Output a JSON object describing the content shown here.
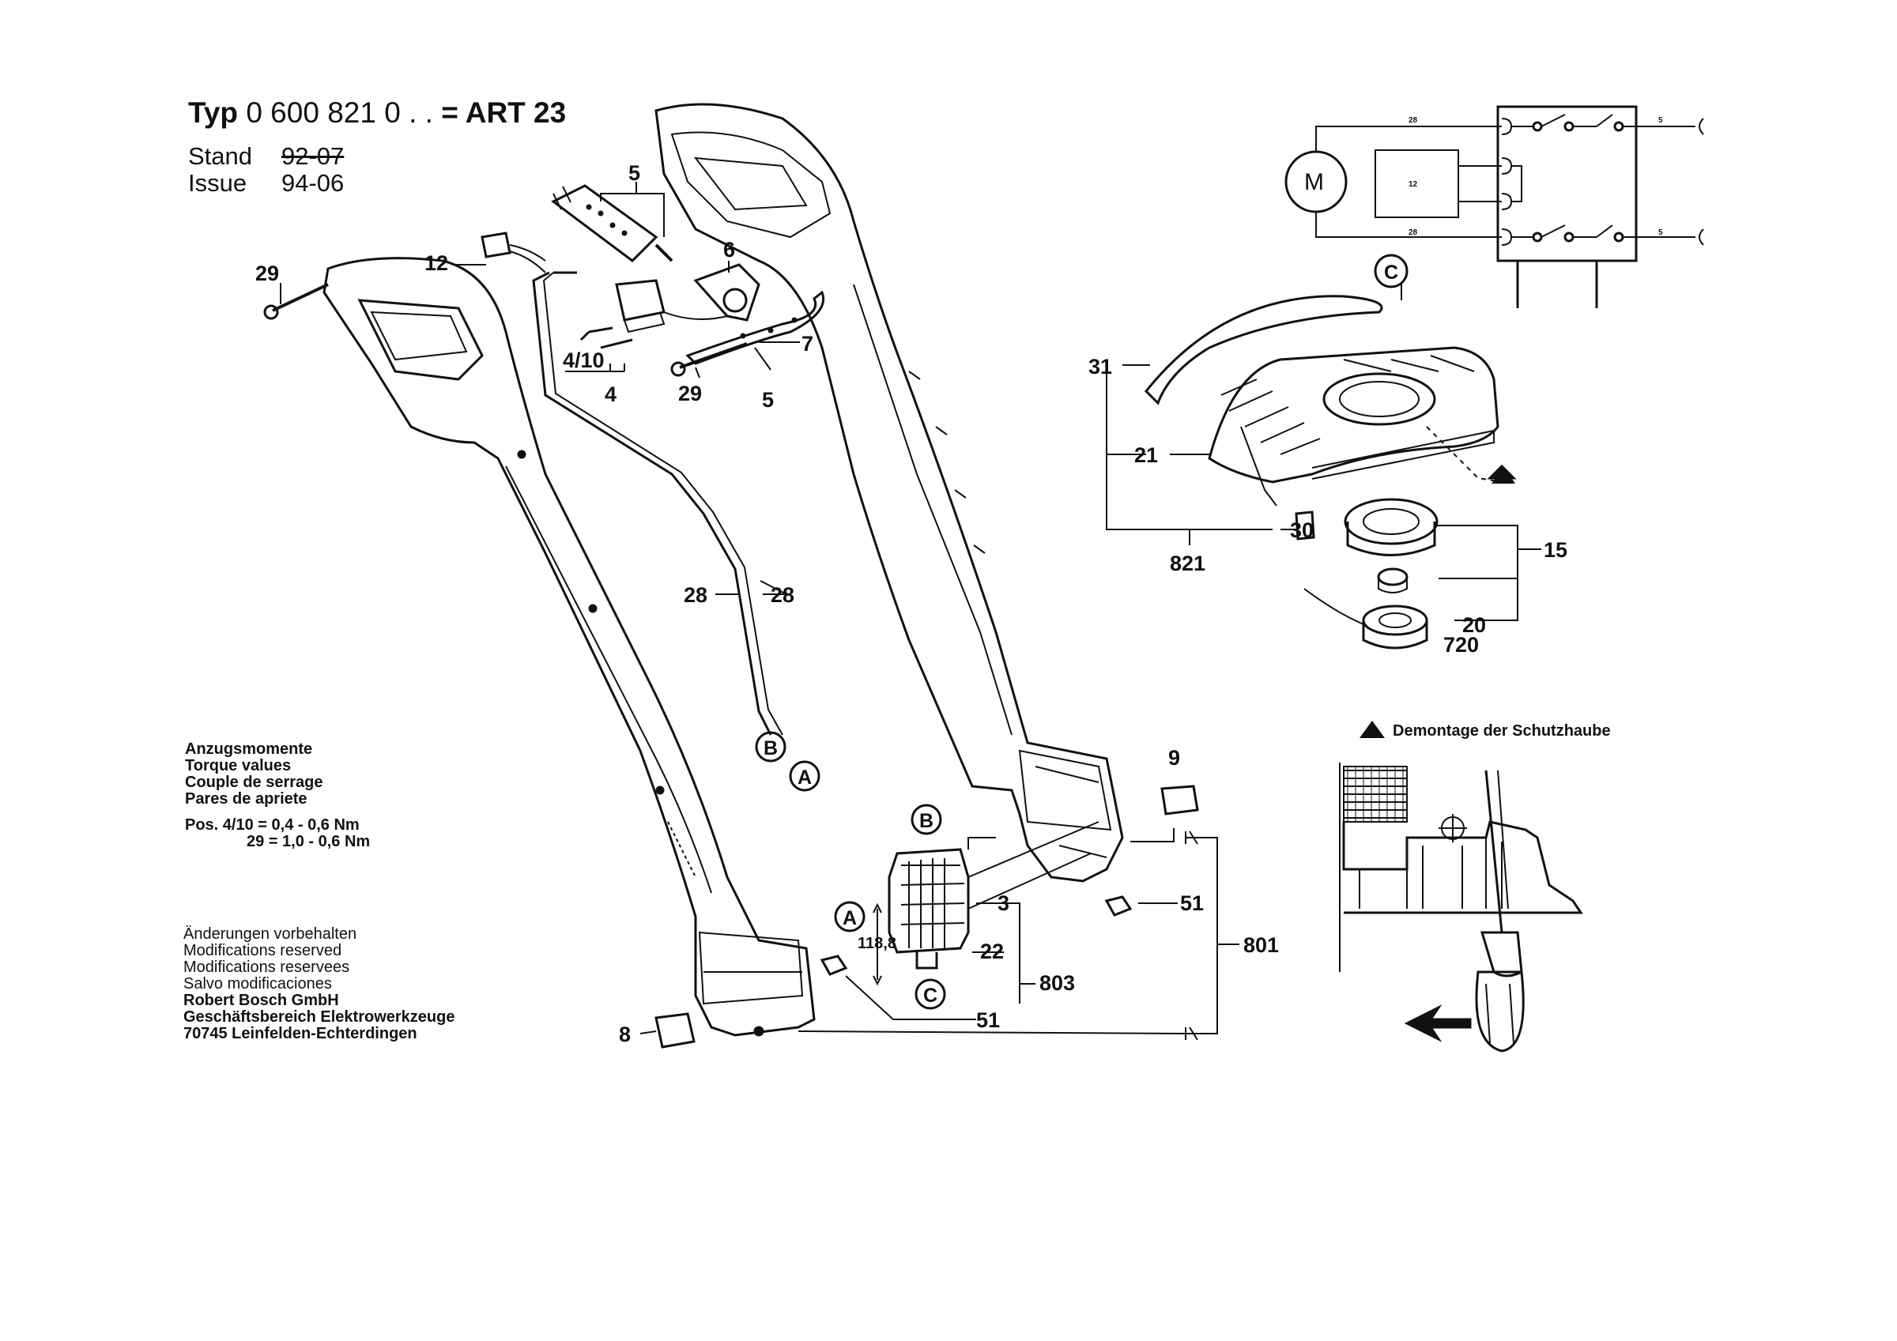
{
  "header": {
    "typ_label": "Typ",
    "typ_number": "0 600 821 0 . .",
    "art_label": "= ART 23",
    "stand_label": "Stand",
    "stand_value": "92-07",
    "issue_label": "Issue",
    "issue_value": "94-06"
  },
  "torque": {
    "lines": [
      "Anzugsmomente",
      "Torque values",
      "Couple de serrage",
      "Pares de apriete"
    ],
    "spec1": "Pos. 4/10 = 0,4 - 0,6 Nm",
    "spec2": "29 = 1,0 - 0,6 Nm"
  },
  "notice": {
    "lines": [
      "Änderungen vorbehalten",
      "Modifications reserved",
      "Modifications reservees",
      "Salvo modificaciones"
    ],
    "company": [
      "Robert Bosch GmbH",
      "Geschäftsbereich Elektrowerkzeuge",
      "70745 Leinfelden-Echterdingen"
    ]
  },
  "demontage_label": "Demontage der Schutzhaube",
  "parts": {
    "p5a": "5",
    "p6": "6",
    "p7": "7",
    "p5b": "5",
    "p12": "12",
    "p29a": "29",
    "p29b": "29",
    "p4_10": "4/10",
    "p4": "4",
    "p28a": "28",
    "p28b": "28",
    "p9": "9",
    "p51a": "51",
    "p51b": "51",
    "p801": "801",
    "p803": "803",
    "p3": "3",
    "p22": "22",
    "p8": "8",
    "dim": "118,8",
    "p31": "31",
    "p21": "21",
    "p30": "30",
    "p821": "821",
    "p15": "15",
    "p20": "20",
    "p720": "720"
  },
  "circles": {
    "a1": "A",
    "b1": "B",
    "a2": "A",
    "b2": "B",
    "c1": "C",
    "c2": "C",
    "motor": "M"
  },
  "schematic": {
    "w1": "28",
    "w2": "28",
    "w3": "5",
    "w4": "5",
    "box": "12"
  }
}
